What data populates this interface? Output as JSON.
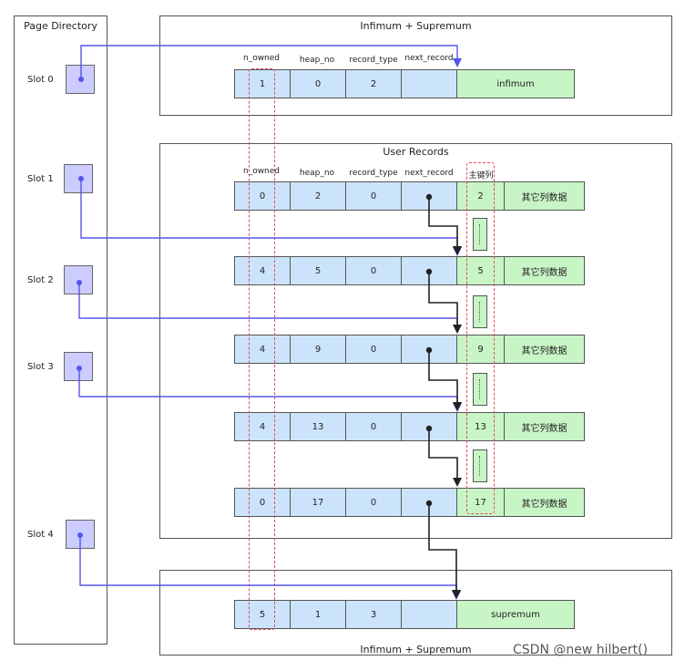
{
  "directory": {
    "title": "Page Directory",
    "slots": [
      "Slot 0",
      "Slot 1",
      "Slot 2",
      "Slot 3",
      "Slot 4"
    ]
  },
  "top_section": {
    "title": "Infimum + Supremum"
  },
  "user_section": {
    "title": "User Records"
  },
  "bottom_section": {
    "title": "Infimum + Supremum"
  },
  "headers": {
    "n_owned": "n_owned",
    "heap_no": "heap_no",
    "record_type": "record_type",
    "next_record": "next_record",
    "primary_key": "主键列"
  },
  "infimum": {
    "n_owned": "1",
    "heap_no": "0",
    "record_type": "2",
    "name": "infimum"
  },
  "supremum": {
    "n_owned": "5",
    "heap_no": "1",
    "record_type": "3",
    "name": "supremum"
  },
  "records": [
    {
      "n_owned": "0",
      "heap_no": "2",
      "record_type": "0",
      "key": "2",
      "other": "其它列数据"
    },
    {
      "n_owned": "4",
      "heap_no": "5",
      "record_type": "0",
      "key": "5",
      "other": "其它列数据"
    },
    {
      "n_owned": "4",
      "heap_no": "9",
      "record_type": "0",
      "key": "9",
      "other": "其它列数据"
    },
    {
      "n_owned": "4",
      "heap_no": "13",
      "record_type": "0",
      "key": "13",
      "other": "其它列数据"
    },
    {
      "n_owned": "0",
      "heap_no": "17",
      "record_type": "0",
      "key": "17",
      "other": "其它列数据"
    }
  ],
  "colors": {
    "slot_pointer": "#5555ee",
    "next_pointer": "#222222",
    "highlight": "#e8475e"
  },
  "watermark": "CSDN @new hilbert()"
}
